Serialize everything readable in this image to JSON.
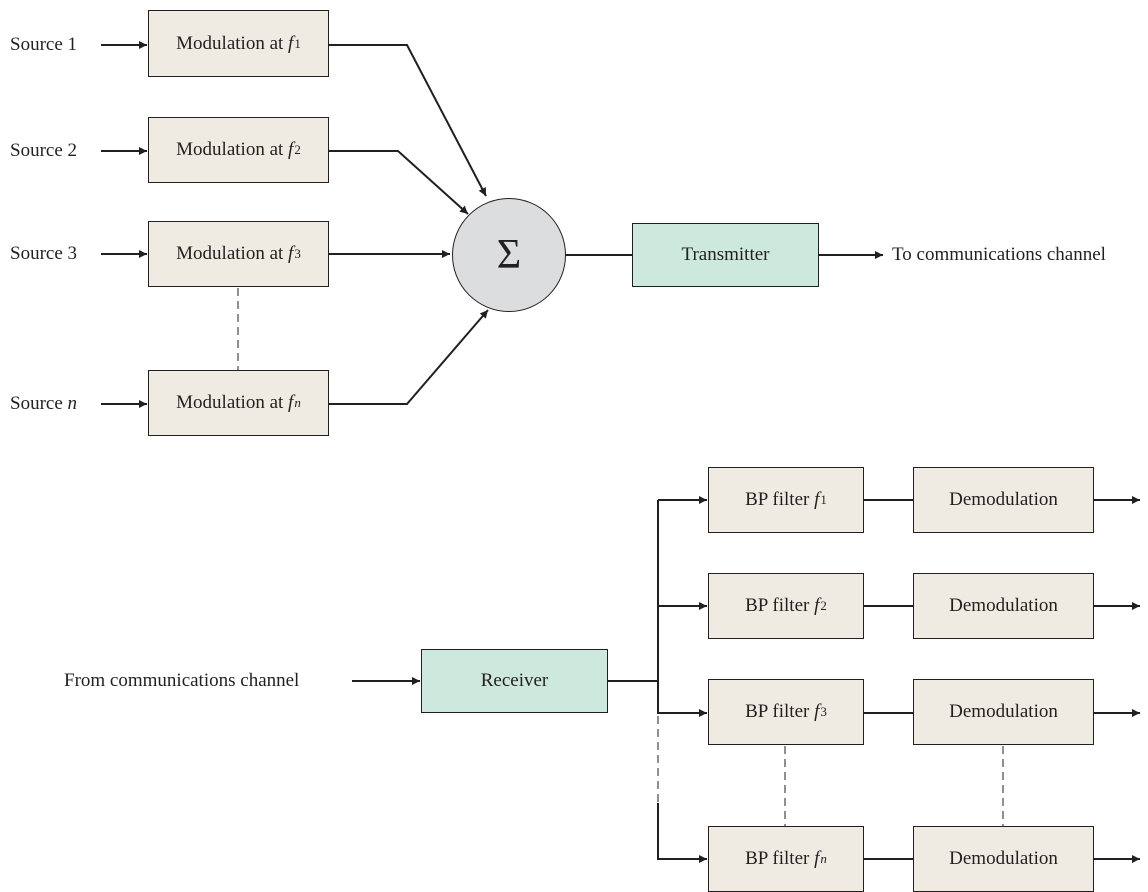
{
  "transmitter_side": {
    "sources": [
      {
        "label": "Source",
        "index": "1",
        "index_italic": false,
        "mod_label": "Modulation at",
        "freq": "f",
        "freq_sub": "1"
      },
      {
        "label": "Source",
        "index": "2",
        "index_italic": false,
        "mod_label": "Modulation at",
        "freq": "f",
        "freq_sub": "2"
      },
      {
        "label": "Source",
        "index": "3",
        "index_italic": false,
        "mod_label": "Modulation at",
        "freq": "f",
        "freq_sub": "3"
      },
      {
        "label": "Source",
        "index": "n",
        "index_italic": true,
        "mod_label": "Modulation at",
        "freq": "f",
        "freq_sub": "n"
      }
    ],
    "summer_symbol": "Σ",
    "transmitter_label": "Transmitter",
    "output_label": "To communications channel"
  },
  "receiver_side": {
    "input_label": "From communications channel",
    "receiver_label": "Receiver",
    "branches": [
      {
        "filter_label": "BP filter",
        "freq": "f",
        "freq_sub": "1",
        "demod_label": "Demodulation"
      },
      {
        "filter_label": "BP filter",
        "freq": "f",
        "freq_sub": "2",
        "demod_label": "Demodulation"
      },
      {
        "filter_label": "BP filter",
        "freq": "f",
        "freq_sub": "3",
        "demod_label": "Demodulation"
      },
      {
        "filter_label": "BP filter",
        "freq": "f",
        "freq_sub": "n",
        "demod_label": "Demodulation"
      }
    ]
  },
  "colors": {
    "box_fill": "#efebe2",
    "radio_fill": "#cde8dc",
    "summer_fill": "#dcdddf",
    "line": "#231f20"
  }
}
